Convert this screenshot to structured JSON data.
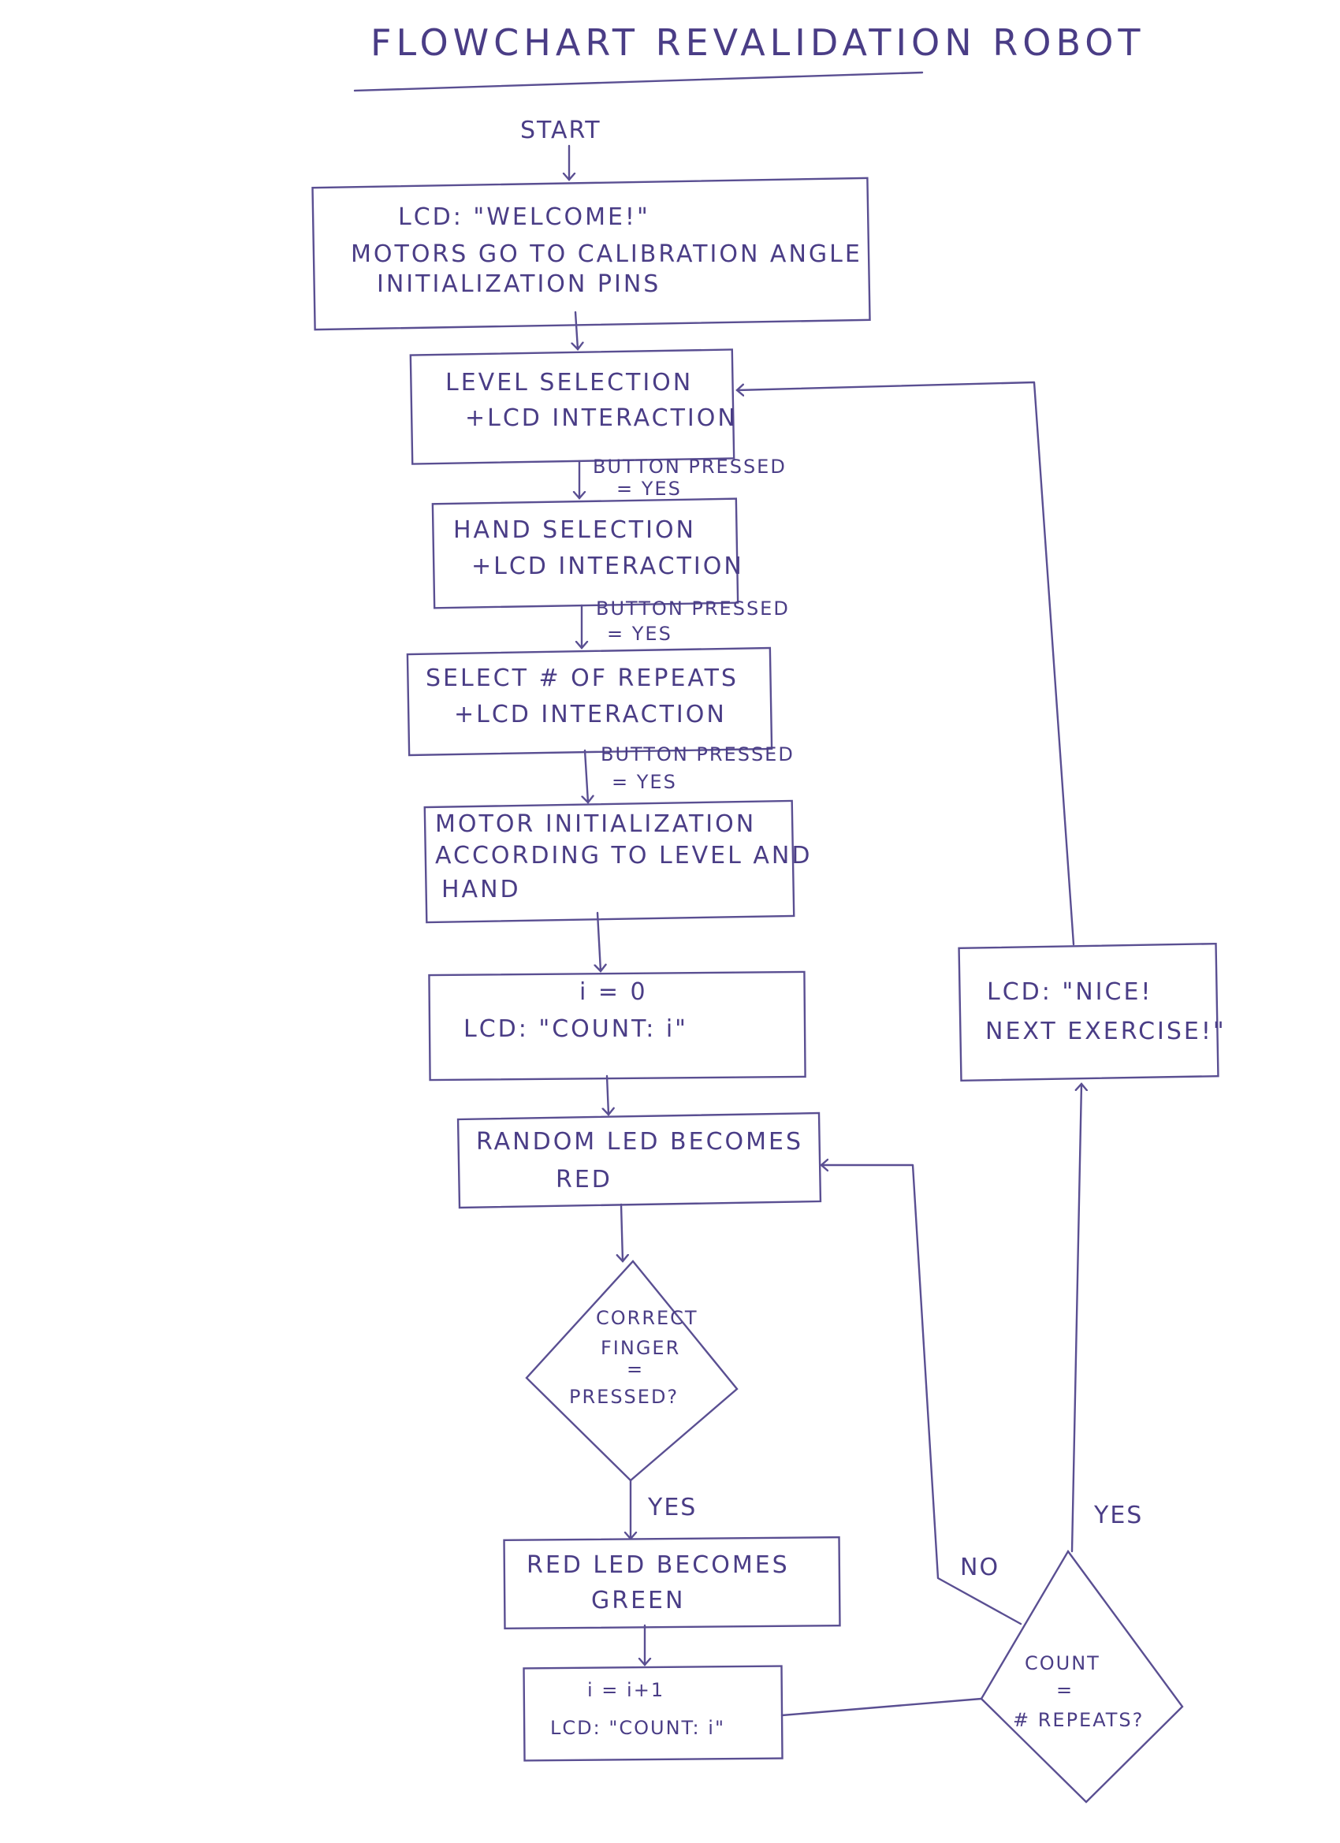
{
  "title": "FLOWCHART REVALIDATION ROBOT",
  "start_label": "START",
  "nodes": {
    "init": [
      "LCD: \"WELCOME!\"",
      "MOTORS GO TO CALIBRATION ANGLE",
      "INITIALIZATION PINS"
    ],
    "level": [
      "LEVEL SELECTION",
      "+LCD INTERACTION"
    ],
    "hand": [
      "HAND SELECTION",
      "+LCD INTERACTION"
    ],
    "repeats": [
      "SELECT # OF REPEATS",
      "+LCD INTERACTION"
    ],
    "motor": [
      "MOTOR INITIALIZATION",
      "ACCORDING TO LEVEL AND",
      "HAND"
    ],
    "count_init": [
      "i = 0",
      "LCD: \"COUNT: i\""
    ],
    "random_led": [
      "RANDOM LED BECOMES",
      "RED"
    ],
    "finger": [
      "CORRECT",
      "FINGER",
      "=",
      "PRESSED?"
    ],
    "green": [
      "RED LED BECOMES",
      "GREEN"
    ],
    "increment": [
      "i = i+1",
      "LCD: \"COUNT: i\""
    ],
    "count_check": [
      "COUNT",
      "=",
      "# REPEATS?"
    ],
    "nice": [
      "LCD: \"NICE!",
      "NEXT EXERCISE!\""
    ]
  },
  "edge_labels": {
    "button1": [
      "BUTTON PRESSED",
      "= YES"
    ],
    "button2": [
      "BUTTON PRESSED",
      "= YES"
    ],
    "button3": [
      "BUTTON PRESSED",
      "= YES"
    ],
    "finger_yes": "YES",
    "count_no": "NO",
    "count_yes": "YES"
  },
  "colors": {
    "ink": "#4a3d86"
  }
}
